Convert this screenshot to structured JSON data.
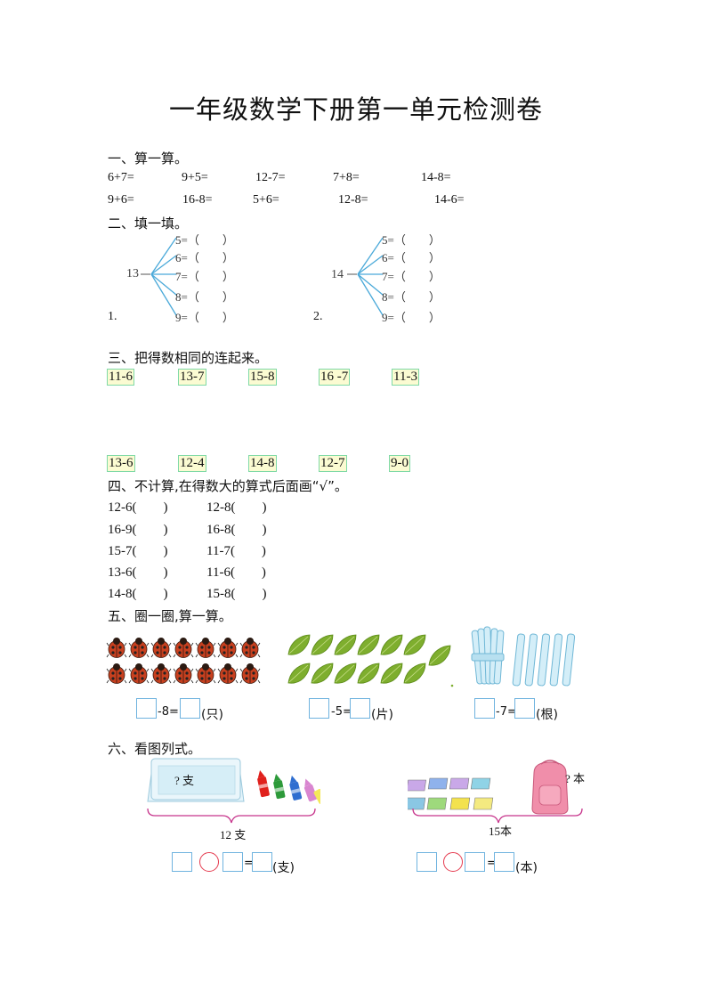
{
  "title": "一年级数学下册第一单元检测卷",
  "s1": {
    "heading": "一、算一算。",
    "row1": [
      "6+7=",
      "9+5=",
      "12-7=",
      "7+8=",
      "14-8="
    ],
    "row2": [
      "9+6=",
      "16-8=",
      "5+6=",
      "12-8=",
      "14-6="
    ]
  },
  "s2": {
    "heading": "二、填一填。",
    "items": [
      {
        "num": "1.",
        "root": "13",
        "branches": [
          "5=（　　）",
          "6=（　　）",
          "7=（　　）",
          "8=（　　）",
          "9=（　　）"
        ]
      },
      {
        "num": "2.",
        "root": "14",
        "branches": [
          "5=（　　）",
          "6=（　　）",
          "7=（　　）",
          "8=（　　）",
          "9=（　　）"
        ]
      }
    ]
  },
  "s3": {
    "heading": "三、把得数相同的连起来。",
    "top": [
      "11-6",
      "13-7",
      "15-8",
      "16 -7",
      "11-3"
    ],
    "bottom": [
      "13-6",
      "12-4",
      "14-8",
      "12-7",
      "9-0"
    ]
  },
  "s4": {
    "heading": "四、不计算,在得数大的算式后面画“√”。",
    "left": [
      "12-6(　　)",
      "16-9(　　)",
      "15-7(　　)",
      "13-6(　　)",
      "14-8(　　)"
    ],
    "right": [
      "12-8(　　)",
      "16-8(　　)",
      "11-7(　　)",
      "11-6(　　)",
      "15-8(　　)"
    ]
  },
  "s5": {
    "heading": "五、圈一圈,算一算。",
    "eqs": [
      {
        "op": "-8=",
        "unit": "(只)"
      },
      {
        "op": "-5=",
        "unit": "(片)"
      },
      {
        "op": "-7=",
        "unit": "(根)"
      }
    ]
  },
  "s6": {
    "heading": "六、看图列式。",
    "left": {
      "box_label": "? 支",
      "total": "12 支",
      "eq_op": "=",
      "unit": "(支)"
    },
    "right": {
      "bag_label": "? 本",
      "total": "15本",
      "eq_op": "=",
      "unit": "(本)"
    }
  },
  "colors": {
    "box_border": "#6fb3df",
    "circle": "#e53a4e",
    "highlight_bg": "#fbfbd2",
    "highlight_border": "#7fd9a6",
    "brace": "#c7358c",
    "leaf": "#7eae2e"
  }
}
